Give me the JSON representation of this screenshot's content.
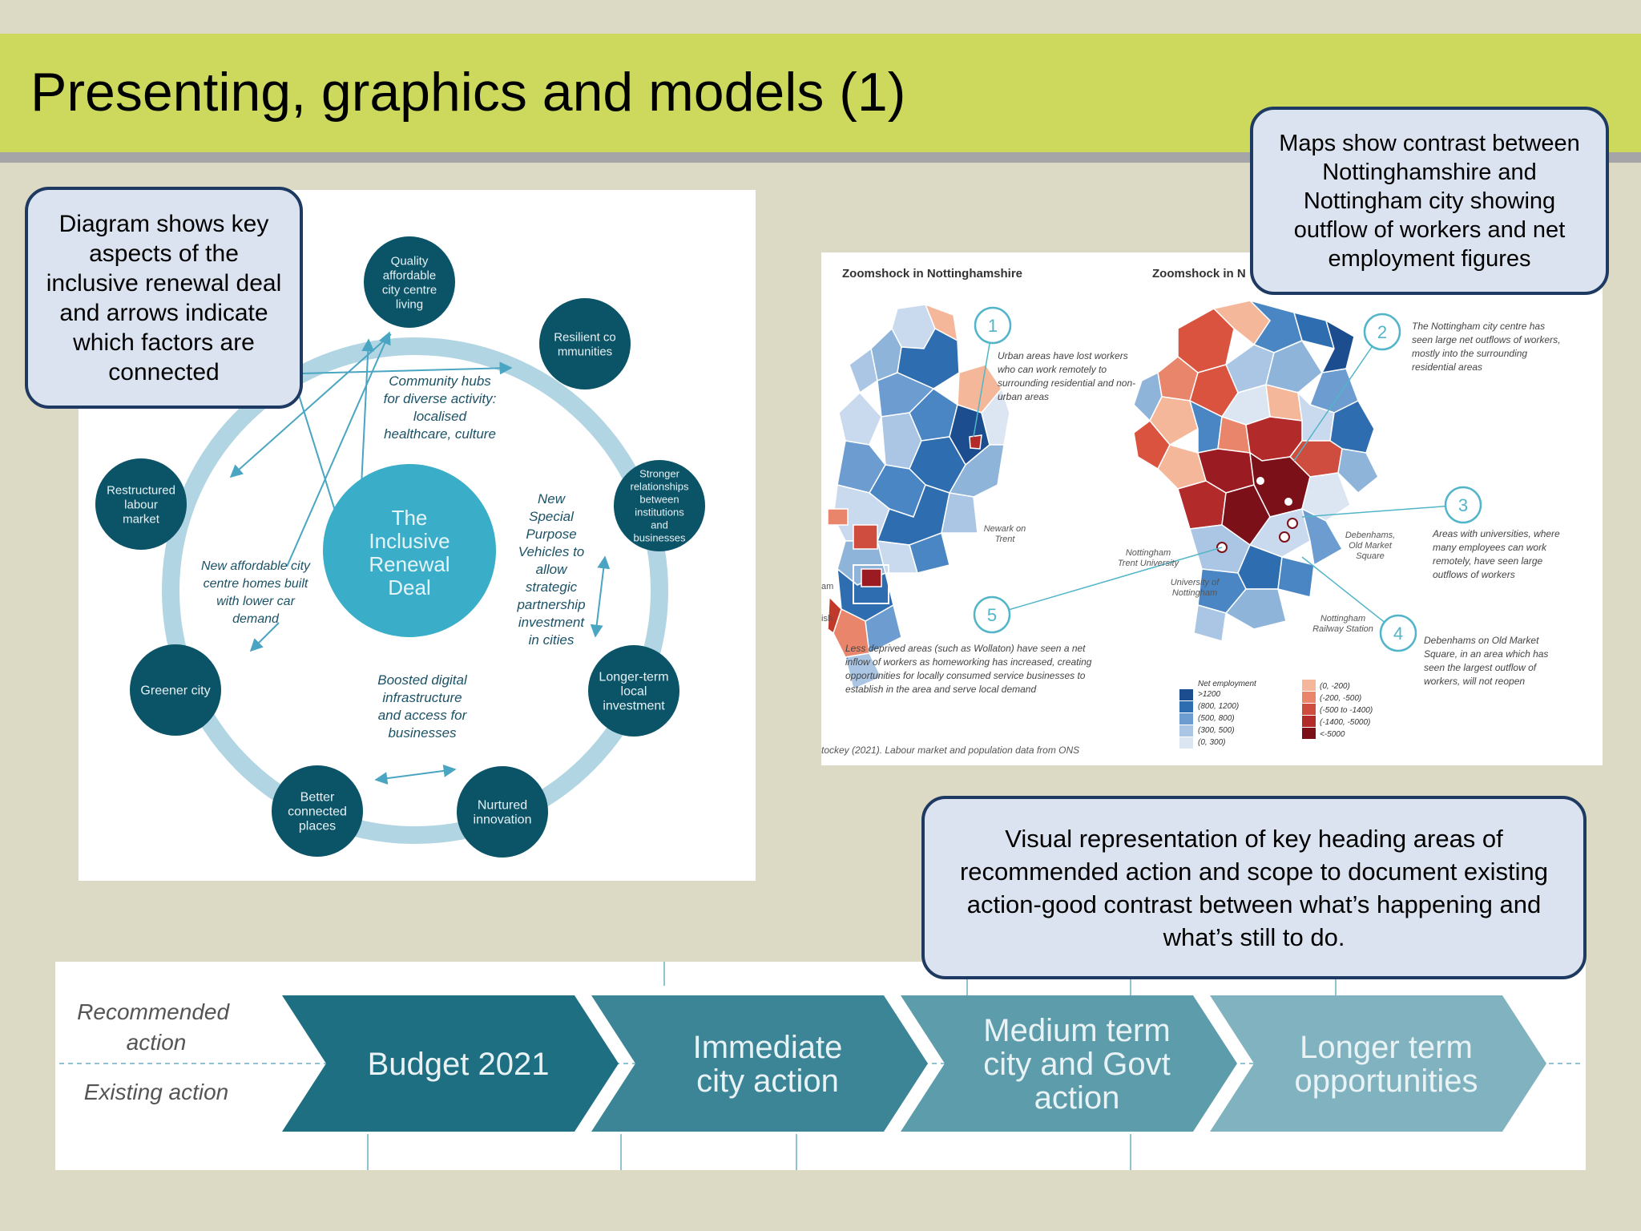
{
  "slide": {
    "title": "Presenting, graphics and models (1)"
  },
  "callouts": {
    "diagram": "Diagram shows key aspects of the inclusive renewal deal and arrows indicate which factors are connected",
    "maps": "Maps show contrast between Nottinghamshire and Nottingham city showing outflow of workers and net employment figures",
    "visual": "Visual representation of key heading areas  of recommended action and scope to document existing action-good contrast between what’s happening and what’s  still to do."
  },
  "cycle_diagram": {
    "center": [
      "The",
      "Inclusive",
      "Renewal",
      "Deal"
    ],
    "nodes": [
      {
        "label": [
          "Quality",
          "affordable",
          "city centre",
          "living"
        ]
      },
      {
        "label": [
          "Resilient  co",
          "mmunities"
        ]
      },
      {
        "label": [
          "Stronger",
          "relationships",
          "between",
          "institutions",
          "and",
          "businesses"
        ]
      },
      {
        "label": [
          "Longer-term",
          "local",
          "investment"
        ]
      },
      {
        "label": [
          "Nurtured",
          "innovation"
        ]
      },
      {
        "label": [
          "Better",
          "connected",
          "places"
        ]
      },
      {
        "label": [
          "Greener city"
        ]
      },
      {
        "label": [
          "Restructured",
          "labour",
          "market"
        ]
      }
    ],
    "annotations": {
      "community": [
        "Community hubs",
        "for diverse activity:",
        "localised",
        "healthcare, culture"
      ],
      "housing": [
        "New affordable city",
        "centre homes built",
        "with lower car",
        "demand"
      ],
      "spv": [
        "New",
        "Special",
        "Purpose",
        "Vehicles to",
        "allow",
        "strategic",
        "partnership",
        "investment",
        "in cities"
      ],
      "digital": [
        "Boosted digital",
        "infrastructure",
        "and access for",
        "businesses"
      ]
    }
  },
  "maps": {
    "left_title": "Zoomshock in Nottinghamshire",
    "right_title": "Zoomshock in N",
    "notes": {
      "n1": [
        "Urban areas have lost workers",
        "who can work remotely to",
        "surrounding residential and non-",
        "urban areas"
      ],
      "n2": [
        "The Nottingham city centre has",
        "seen large net outflows of workers,",
        "mostly into the surrounding",
        "residential areas"
      ],
      "n3": [
        "Areas with universities, where",
        "many employees can work",
        "remotely, have seen large",
        "outflows of workers"
      ],
      "n4": [
        "Debenhams on Old Market",
        "Square, in an area which has",
        "seen the largest outflow of",
        "workers, will not reopen"
      ],
      "n5": [
        "Less deprived areas (such as Wollaton) have seen a net",
        "inflow of workers as homeworking has increased, creating",
        "opportunities for locally consumed service businesses to",
        "establish in the area and serve local demand"
      ]
    },
    "markers": [
      "1",
      "2",
      "3",
      "4",
      "5"
    ],
    "place_labels": {
      "newark": [
        "Newark on",
        "Trent"
      ],
      "ntu": [
        "Nottingham",
        "Trent University"
      ],
      "uon": [
        "University of",
        "Nottingham"
      ],
      "debenhams": [
        "Debenhams,",
        "Old Market",
        "Square"
      ],
      "station": [
        "Nottingham",
        "Railway Station"
      ],
      "left_cut": "am",
      "left_cut2": "ish"
    },
    "legend": {
      "title": [
        "Net employment",
        ">1200"
      ],
      "blue": [
        "(800, 1200)",
        "(500, 800)",
        "(300, 500)",
        "(0, 300)"
      ],
      "red": [
        "(0, -200)",
        "(-200, -500)",
        "(-500 to -1400)",
        "(-1400, -5000)",
        "<-5000"
      ]
    },
    "source": "tockey (2021). Labour market and population data from ONS"
  },
  "roadmap": {
    "row_labels": [
      "Recommended",
      "action",
      "Existing action"
    ],
    "stages": [
      {
        "lines": [
          "Budget 2021"
        ]
      },
      {
        "lines": [
          "Immediate",
          "city action"
        ]
      },
      {
        "lines": [
          "Medium term",
          "city and Govt",
          "action"
        ]
      },
      {
        "lines": [
          "Longer term",
          "opportunities"
        ]
      }
    ]
  },
  "colors": {
    "title_bar": "#cdd95d",
    "title_rule": "#a5a5a7",
    "background": "#dcd9c5",
    "callout_fill": "#dce3f0",
    "callout_border": "#1e3a62",
    "node_dark": "#0b5367",
    "center_fill": "#3aaec9",
    "ring": "#b2d5e3",
    "chevrons": [
      "#1f6f82",
      "#3b8597",
      "#5d9cab",
      "#80b3bf"
    ]
  }
}
